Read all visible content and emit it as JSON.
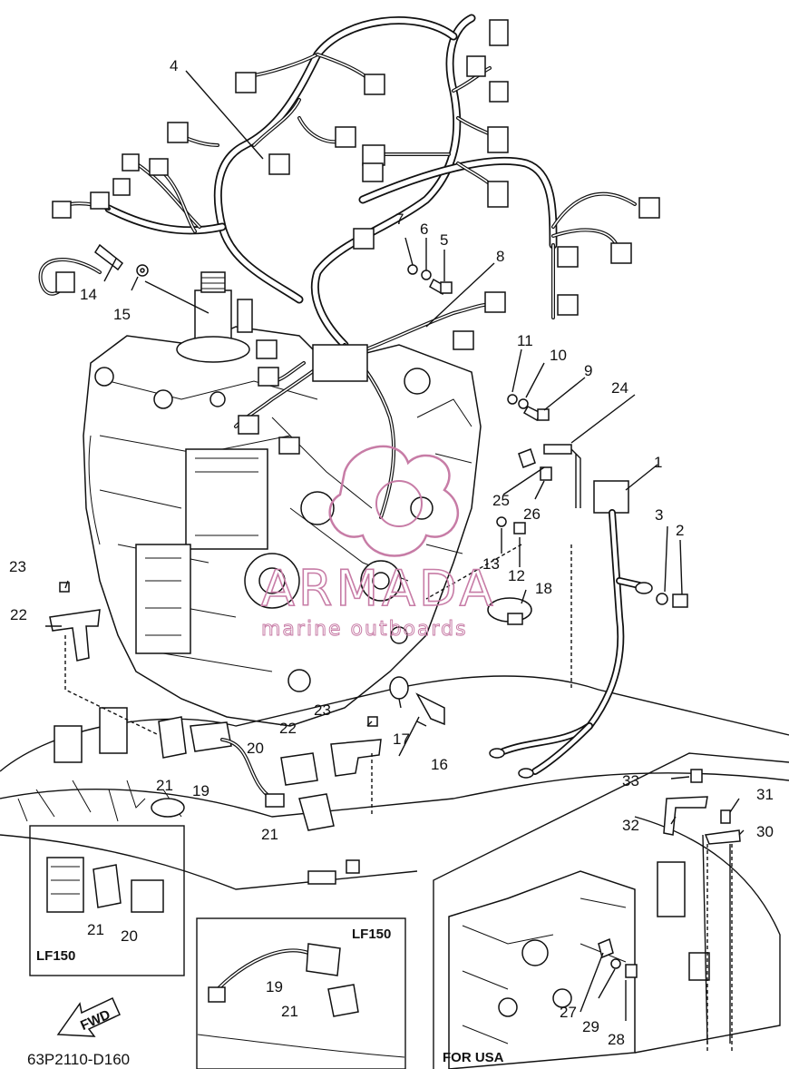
{
  "diagram": {
    "watermark": {
      "brand": "ARMADA",
      "subtitle": "marine outboards"
    },
    "inset_labels": {
      "lf150_left": "LF150",
      "lf150_center": "LF150",
      "for_usa": "FOR USA"
    },
    "fwd_arrow_label": "FWD",
    "drawing_code": "63P2110-D160",
    "callouts": [
      {
        "text": "1"
      },
      {
        "text": "2"
      },
      {
        "text": "3"
      },
      {
        "text": "4"
      },
      {
        "text": "5"
      },
      {
        "text": "6"
      },
      {
        "text": "7"
      },
      {
        "text": "8"
      },
      {
        "text": "9"
      },
      {
        "text": "10"
      },
      {
        "text": "11"
      },
      {
        "text": "12"
      },
      {
        "text": "13"
      },
      {
        "text": "14"
      },
      {
        "text": "15"
      },
      {
        "text": "16"
      },
      {
        "text": "17"
      },
      {
        "text": "18"
      },
      {
        "text": "19"
      },
      {
        "text": "19"
      },
      {
        "text": "20"
      },
      {
        "text": "20"
      },
      {
        "text": "21"
      },
      {
        "text": "21"
      },
      {
        "text": "21"
      },
      {
        "text": "21"
      },
      {
        "text": "22"
      },
      {
        "text": "22"
      },
      {
        "text": "23"
      },
      {
        "text": "23"
      },
      {
        "text": "24"
      },
      {
        "text": "25"
      },
      {
        "text": "26"
      },
      {
        "text": "27"
      },
      {
        "text": "28"
      },
      {
        "text": "29"
      },
      {
        "text": "30"
      },
      {
        "text": "31"
      },
      {
        "text": "32"
      },
      {
        "text": "33"
      }
    ],
    "colors": {
      "line": "#111111",
      "background": "#ffffff",
      "watermark": "#c77ca6"
    }
  }
}
